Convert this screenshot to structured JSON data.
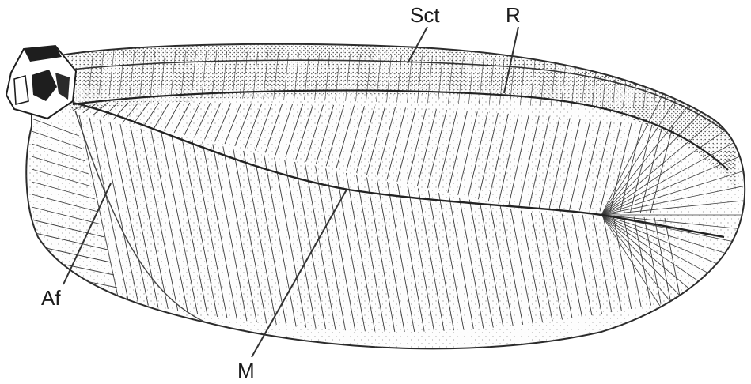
{
  "figure": {
    "subject": "insect-forewing",
    "labels": {
      "sct": "Sct",
      "r": "R",
      "af": "Af",
      "m": "M"
    },
    "colors": {
      "ink": "#2b2b2b",
      "stipple": "#555555",
      "background": "#ffffff"
    }
  }
}
